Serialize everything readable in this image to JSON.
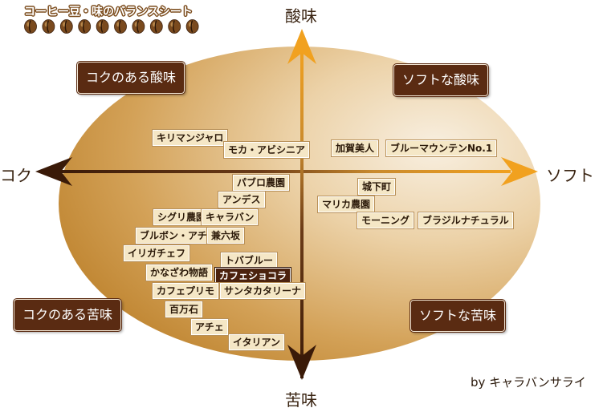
{
  "title": "コーヒー豆・味のバランスシート",
  "bean_count": 10,
  "axes": {
    "top": "酸味",
    "bottom": "苦味",
    "left": "コク",
    "right": "ソフト"
  },
  "quadrants": {
    "top_left": "コクのある酸味",
    "top_right": "ソフトな酸味",
    "bottom_left": "コクのある苦味",
    "bottom_right": "ソフトな苦味"
  },
  "items": [
    {
      "name": "キリマンジャロ",
      "variant": "light"
    },
    {
      "name": "モカ・アビシニア",
      "variant": "light"
    },
    {
      "name": "加賀美人",
      "variant": "light"
    },
    {
      "name": "ブルーマウンテンNo.1",
      "variant": "light"
    },
    {
      "name": "パブロ農園",
      "variant": "light"
    },
    {
      "name": "城下町",
      "variant": "light"
    },
    {
      "name": "アンデス",
      "variant": "light"
    },
    {
      "name": "マリカ農園",
      "variant": "light"
    },
    {
      "name": "シグリ農園",
      "variant": "light"
    },
    {
      "name": "キャラバン",
      "variant": "light"
    },
    {
      "name": "モーニング",
      "variant": "light"
    },
    {
      "name": "ブラジルナチュラル",
      "variant": "light"
    },
    {
      "name": "ブルボン・アチ",
      "variant": "light"
    },
    {
      "name": "兼六坂",
      "variant": "light"
    },
    {
      "name": "イリガチェフ",
      "variant": "light"
    },
    {
      "name": "トバブルー",
      "variant": "light"
    },
    {
      "name": "かなざわ物語",
      "variant": "light"
    },
    {
      "name": "カフェショコラ",
      "variant": "dark"
    },
    {
      "name": "カフェプリモ",
      "variant": "light"
    },
    {
      "name": "サンタカタリーナ",
      "variant": "light"
    },
    {
      "name": "百万石",
      "variant": "light"
    },
    {
      "name": "アチェ",
      "variant": "light"
    },
    {
      "name": "イタリアン",
      "variant": "light"
    }
  ],
  "credit": "by キャラバンサライ",
  "colors": {
    "ellipse_light": "#f6ead8",
    "ellipse_dark": "#c8913a",
    "axis_dark": "#3a1a08",
    "arrow_orange": "#f1a11f",
    "badge_bg": "#5a2b12"
  }
}
